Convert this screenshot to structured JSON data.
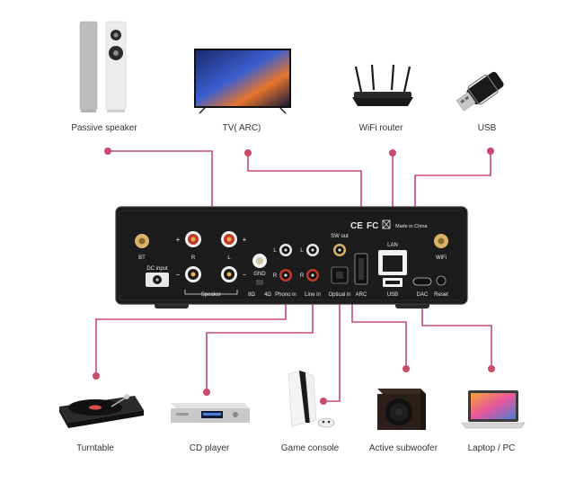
{
  "colors": {
    "cable": "#c94a6a",
    "panel": "#1c1c1c",
    "panel_text": "#e8e8e8",
    "gold": "#d9b36a"
  },
  "top_devices": [
    {
      "id": "passive-speaker",
      "label": "Passive speaker",
      "icon": "speaker-icon"
    },
    {
      "id": "tv",
      "label": "TV( ARC)",
      "icon": "tv-icon"
    },
    {
      "id": "wifi-router",
      "label": "WiFi router",
      "icon": "router-icon"
    },
    {
      "id": "usb",
      "label": "USB",
      "icon": "usb-drive-icon"
    }
  ],
  "bottom_devices": [
    {
      "id": "turntable",
      "label": "Turntable",
      "icon": "turntable-icon"
    },
    {
      "id": "cd-player",
      "label": "CD player",
      "icon": "cd-player-icon"
    },
    {
      "id": "game-console",
      "label": "Game console",
      "icon": "game-console-icon"
    },
    {
      "id": "active-subwoofer",
      "label": "Active subwoofer",
      "icon": "subwoofer-icon"
    },
    {
      "id": "laptop",
      "label": "Laptop / PC",
      "icon": "laptop-icon"
    }
  ],
  "panel": {
    "bt": "BT",
    "dc_input": "DC input",
    "plus": "+",
    "minus": "−",
    "r": "R",
    "l": "L",
    "speaker": "Speaker",
    "gnd": "GND",
    "phono_in": "Phono in",
    "line_in": "Line in",
    "sw_out": "SW out",
    "optical_in": "Optical in",
    "arc": "ARC",
    "lan": "LAN",
    "usb": "USB",
    "dac": "DAC",
    "reset": "Reset",
    "wifi": "WiFi",
    "made_in": "Made in China",
    "ce_mark": "CE",
    "fcc_mark": "FC",
    "ohm_8": "8Ω",
    "ohm_4": "4Ω"
  }
}
